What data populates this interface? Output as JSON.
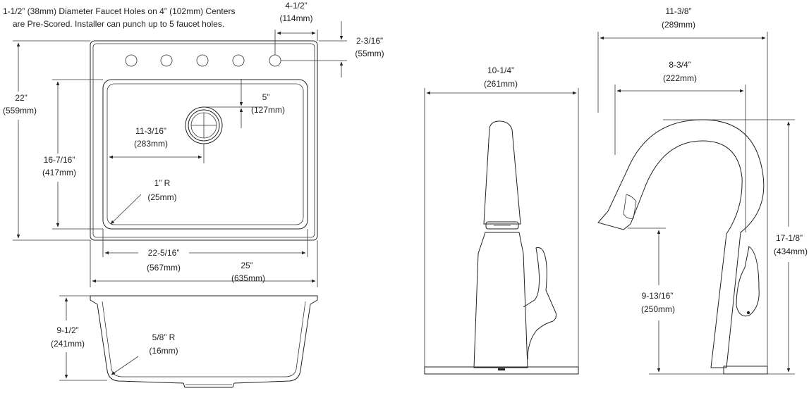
{
  "header_note": {
    "line1": "1-1/2” (38mm) Diameter Faucet Holes on 4” (102mm) Centers",
    "line2": "are Pre-Scored. Installer can punch up to 5 faucet holes."
  },
  "sink_top": {
    "hole_spacing": {
      "imperial": "4-1/2”",
      "metric": "(114mm)"
    },
    "hole_offset": {
      "imperial": "2-3/16”",
      "metric": "(55mm)"
    },
    "overall_depth": {
      "imperial": "22”",
      "metric": "(559mm)"
    },
    "drain_offset_front": {
      "imperial": "5”",
      "metric": "(127mm)"
    },
    "drain_offset_side": {
      "imperial": "11-3/16”",
      "metric": "(283mm)"
    },
    "bowl_depth": {
      "imperial": "16-7/16”",
      "metric": "(417mm)"
    },
    "corner_radius": {
      "imperial": "1” R",
      "metric": "(25mm)"
    },
    "bowl_width": {
      "imperial": "22-5/16”",
      "metric": "(567mm)"
    },
    "overall_width": {
      "imperial": "25”",
      "metric": "(635mm)"
    }
  },
  "sink_section": {
    "bowl_height": {
      "imperial": "9-1/2”",
      "metric": "(241mm)"
    },
    "bottom_radius": {
      "imperial": "5/8” R",
      "metric": "(16mm)"
    }
  },
  "faucet_front": {
    "width": {
      "imperial": "10-1/4”",
      "metric": "(261mm)"
    }
  },
  "faucet_side": {
    "reach": {
      "imperial": "11-3/8”",
      "metric": "(289mm)"
    },
    "spout_reach": {
      "imperial": "8-3/4”",
      "metric": "(222mm)"
    },
    "overall_height": {
      "imperial": "17-1/8”",
      "metric": "(434mm)"
    },
    "spout_height": {
      "imperial": "9-13/16”",
      "metric": "(250mm)"
    }
  }
}
